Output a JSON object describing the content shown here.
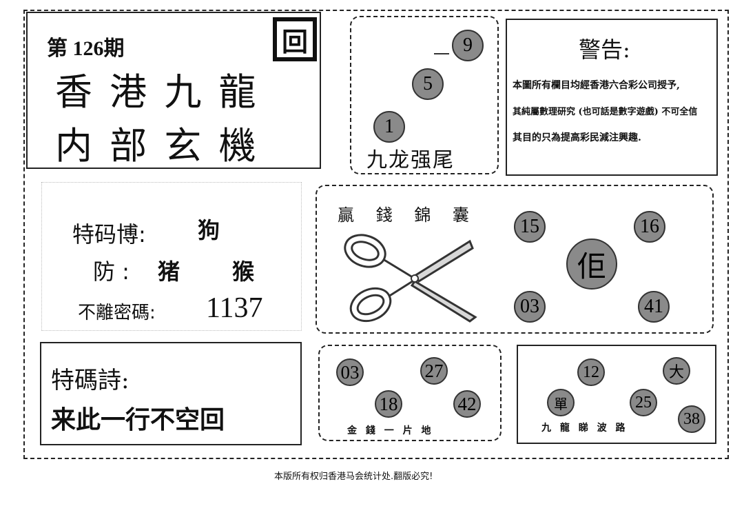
{
  "header": {
    "issue": "第 126期",
    "title_line1": "香 港 九 龍",
    "title_line2": "内 部 玄 機",
    "seal_char": "回"
  },
  "tail_box": {
    "caption": "九龙强尾",
    "balls": [
      "9",
      "5",
      "1"
    ]
  },
  "warning": {
    "title": "警告:",
    "lines": [
      "本圖所有欄目均經香港六合彩公司授予,",
      "其純屬數理研究 (也可話是數字遊戲) 不可全信",
      "其目的只為提高彩民減注興趣."
    ]
  },
  "special": {
    "label1": "特码博:",
    "value1": "狗",
    "label2": "防 :",
    "value2a": "猪",
    "value2b": "猴",
    "label3": "不離密碼:",
    "value3": "1137"
  },
  "scissors": {
    "caption": "贏 錢 錦 囊",
    "center_ball": "佢",
    "balls": [
      "15",
      "16",
      "03",
      "41"
    ]
  },
  "poem": {
    "label": "特碼詩:",
    "text": "来此一行不空回"
  },
  "gold": {
    "caption": "金 錢 一 片 地",
    "balls": [
      "03",
      "27",
      "18",
      "42"
    ]
  },
  "wave": {
    "caption": "九 龍 睇 波 路",
    "balls": [
      "12",
      "大",
      "單",
      "25",
      "38"
    ]
  },
  "footer": {
    "text": "本版所有权归香港马会统计处.翻版必究!"
  }
}
